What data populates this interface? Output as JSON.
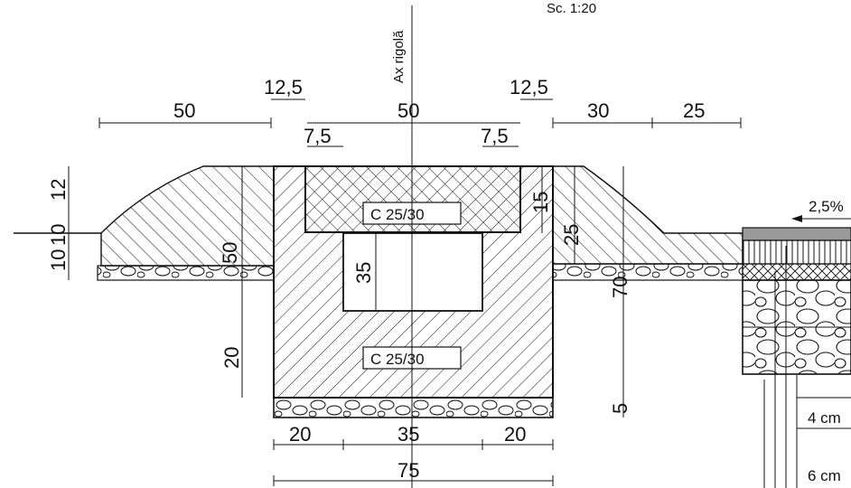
{
  "scale_label": "Sc. 1:20",
  "axis_label": "Ax rigolă",
  "concrete_top_label": "C 25/30",
  "concrete_bottom_label": "C 25/30",
  "slope_label": "2,5%",
  "layer_labels": [
    "4 cm",
    "6 cm"
  ],
  "dims": {
    "top_50_left": "50",
    "top_12_5_left": "12,5",
    "top_50_center": "50",
    "top_12_5_right": "12,5",
    "top_30": "30",
    "top_25": "25",
    "top_7_5_left": "7,5",
    "top_7_5_right": "7,5",
    "left_12": "12",
    "left_10a": "10",
    "left_10b": "10",
    "v_50": "50",
    "v_20": "20",
    "v_35": "35",
    "v_15": "15",
    "v_25": "25",
    "v_70": "70",
    "v_5": "5",
    "bottom_20_left": "20",
    "bottom_35": "35",
    "bottom_20_right": "20",
    "bottom_75": "75"
  },
  "colors": {
    "ink": "#111111",
    "paper": "#ffffff",
    "asphalt": "#9a9a9a"
  }
}
